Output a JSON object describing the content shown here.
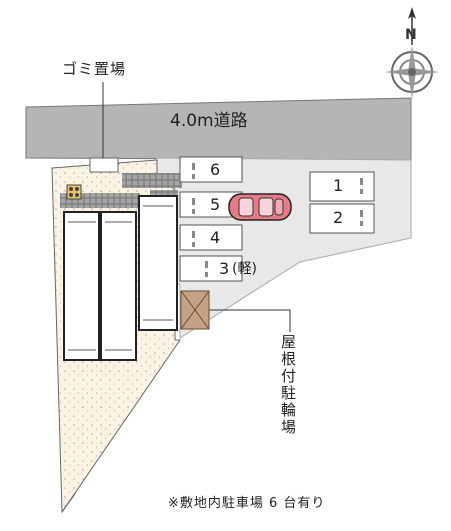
{
  "road_label": "4.0m道路",
  "garbage_label": "ゴミ置場",
  "roof_parking_label": "屋根付駐輪場",
  "footnote": "※敷地内駐車場 6 台有り",
  "north_label": "N",
  "parking_slots": [
    {
      "number": "1"
    },
    {
      "number": "2"
    },
    {
      "number": "3",
      "note": "(軽)"
    },
    {
      "number": "4"
    },
    {
      "number": "5"
    },
    {
      "number": "6"
    }
  ],
  "colors": {
    "road": "#b5b5b5",
    "parking_area": "#e8e8e8",
    "landscape": "#fbf3e4",
    "roof_parking": "#c4a286",
    "car": "#e87a86"
  },
  "icons": [
    "north-arrow-icon",
    "compass-icon",
    "car-icon"
  ]
}
